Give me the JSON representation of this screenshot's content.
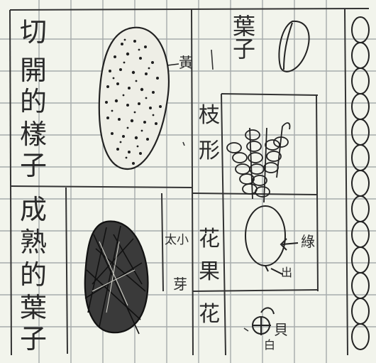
{
  "left_column": {
    "line1": [
      "切",
      "開",
      "的",
      "樣",
      "子"
    ],
    "line2": [
      "成",
      "熟",
      "的",
      "葉",
      "子"
    ]
  },
  "title": "葉子",
  "middle_column": {
    "line1": [
      "枝",
      "形"
    ],
    "line2": [
      "花",
      "果",
      "花"
    ]
  },
  "labels": {
    "yellow": "黃",
    "green": "綠",
    "mouth": "出",
    "bud_left": "太小",
    "bud_bottom": "芽",
    "bottom_right": "貝",
    "bottom_under": "白"
  },
  "colors": {
    "paper": "#f2f4ec",
    "grid": "#9aa0a0",
    "ink": "#2a2a2a"
  }
}
